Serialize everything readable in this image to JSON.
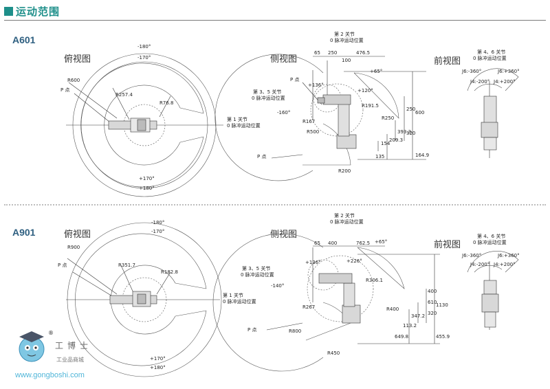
{
  "header": {
    "title": "运动范围"
  },
  "sections": [
    {
      "model": "A601",
      "top_view": {
        "title": "俯视图",
        "angle_outer_top": "-180°",
        "angle_inner_top": "-170°",
        "angle_inner_bottom": "+170°",
        "angle_outer_bottom": "+180°",
        "radius_outer": "R600",
        "radius_mid": "R257.4",
        "radius_inner": "R76.8",
        "p_point": "P 点",
        "joint1_line1": "第 1 关节",
        "joint1_line2": "0 脉冲运动位置"
      },
      "side_view": {
        "title": "侧视图",
        "joint2_line1": "第 2 关节",
        "joint2_line2": "0 脉冲运动位置",
        "joint35_line1": "第 3、5 关节",
        "joint35_line2": "0 脉冲运动位置",
        "dim_a": "65",
        "dim_b": "250",
        "dim_c": "476.5",
        "dim_d": "100",
        "angle_a": "+65°",
        "angle_b": "+136°",
        "angle_c": "+120°",
        "angle_d": "-160°",
        "r1": "R167",
        "r2": "R500",
        "r3": "R191.5",
        "r4": "R250",
        "r5": "R200",
        "v1": "250",
        "v2": "320",
        "v3": "600",
        "v4": "154",
        "v5": "209.3",
        "v6": "393.3",
        "v7": "135",
        "v8": "164.9",
        "p_point": "P 点",
        "p_point2": "P 点"
      },
      "front_view": {
        "title": "前视图",
        "joint46_line1": "第 4、6 关节",
        "joint46_line2": "0 脉冲运动位置",
        "a1": "J6:-360°",
        "a2": "J6:+360°",
        "a3": "J4:-200°",
        "a4": "J4:+200°"
      }
    },
    {
      "model": "A901",
      "top_view": {
        "title": "俯视图",
        "angle_outer_top": "-180°",
        "angle_inner_top": "-170°",
        "angle_inner_bottom": "+170°",
        "angle_outer_bottom": "+180°",
        "radius_outer": "R900",
        "radius_mid": "R351.7",
        "radius_inner": "R182.8",
        "p_point": "P 点",
        "joint1_line1": "第 1 关节",
        "joint1_line2": "0 脉冲运动位置"
      },
      "side_view": {
        "title": "侧视图",
        "joint2_line1": "第 2 关节",
        "joint2_line2": "0 脉冲运动位置",
        "joint35_line1": "第 3、5 关节",
        "joint35_line2": "0 脉冲运动位置",
        "dim_a": "65",
        "dim_b": "400",
        "dim_c": "762.5",
        "angle_a": "+65°",
        "angle_b": "+226°",
        "angle_c": "+136°",
        "angle_d": "-140°",
        "r1": "R267",
        "r2": "R800",
        "r3": "R306.1",
        "r4": "R400",
        "r5": "R450",
        "v1": "400",
        "v2": "1130",
        "v3": "320",
        "v4": "113.2",
        "v5": "347.2",
        "v6": "649.8",
        "v7": "455.9",
        "v8": "610",
        "p_point": "P 点"
      },
      "front_view": {
        "title": "前视图",
        "joint46_line1": "第 4、6 关节",
        "joint46_line2": "0 脉冲运动位置",
        "a1": "J6:-360°",
        "a2": "J6:+360°",
        "a3": "J4:-200°",
        "a4": "J4:+200°"
      }
    }
  ],
  "watermark": {
    "brand": "工博士",
    "registered": "®",
    "sub": "工业品商城",
    "url": "www.gongboshi.com"
  }
}
